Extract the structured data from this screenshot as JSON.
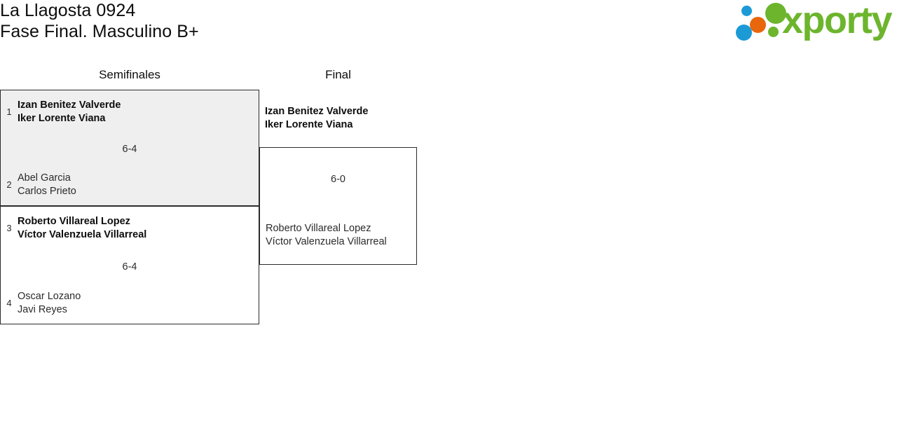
{
  "header": {
    "tournament": "La Llagosta 0924",
    "category": "Fase Final. Masculino B+"
  },
  "logo": {
    "text": "xporty",
    "colors": {
      "green": "#6cb52d",
      "blue": "#1b9ad6",
      "orange": "#e8670c"
    },
    "dots": [
      {
        "name": "dot-blue-small",
        "color": "#1b9ad6"
      },
      {
        "name": "dot-orange",
        "color": "#e8670c"
      },
      {
        "name": "dot-green-large",
        "color": "#6cb52d"
      },
      {
        "name": "dot-blue-large",
        "color": "#1b9ad6"
      },
      {
        "name": "dot-green-small",
        "color": "#6cb52d"
      }
    ]
  },
  "bracket": {
    "rounds": [
      {
        "name": "semifinals",
        "label": "Semifinales"
      },
      {
        "name": "final",
        "label": "Final"
      }
    ],
    "semifinals": [
      {
        "score": "6-4",
        "highlighted": true,
        "teams": [
          {
            "seed": "1",
            "player1": "Izan Benitez Valverde",
            "player2": "Iker Lorente Viana",
            "winner": true
          },
          {
            "seed": "2",
            "player1": "Abel Garcia",
            "player2": "Carlos Prieto",
            "winner": false
          }
        ]
      },
      {
        "score": "6-4",
        "highlighted": false,
        "teams": [
          {
            "seed": "3",
            "player1": "Roberto Villareal Lopez",
            "player2": "Víctor Valenzuela Villarreal",
            "winner": true
          },
          {
            "seed": "4",
            "player1": "Oscar Lozano",
            "player2": "Javi Reyes",
            "winner": false
          }
        ]
      }
    ],
    "final": {
      "score": "6-0",
      "teams": [
        {
          "player1": "Izan Benitez Valverde",
          "player2": "Iker Lorente Viana",
          "winner": true
        },
        {
          "player1": "Roberto Villareal Lopez",
          "player2": "Víctor Valenzuela Villarreal",
          "winner": false
        }
      ]
    }
  }
}
